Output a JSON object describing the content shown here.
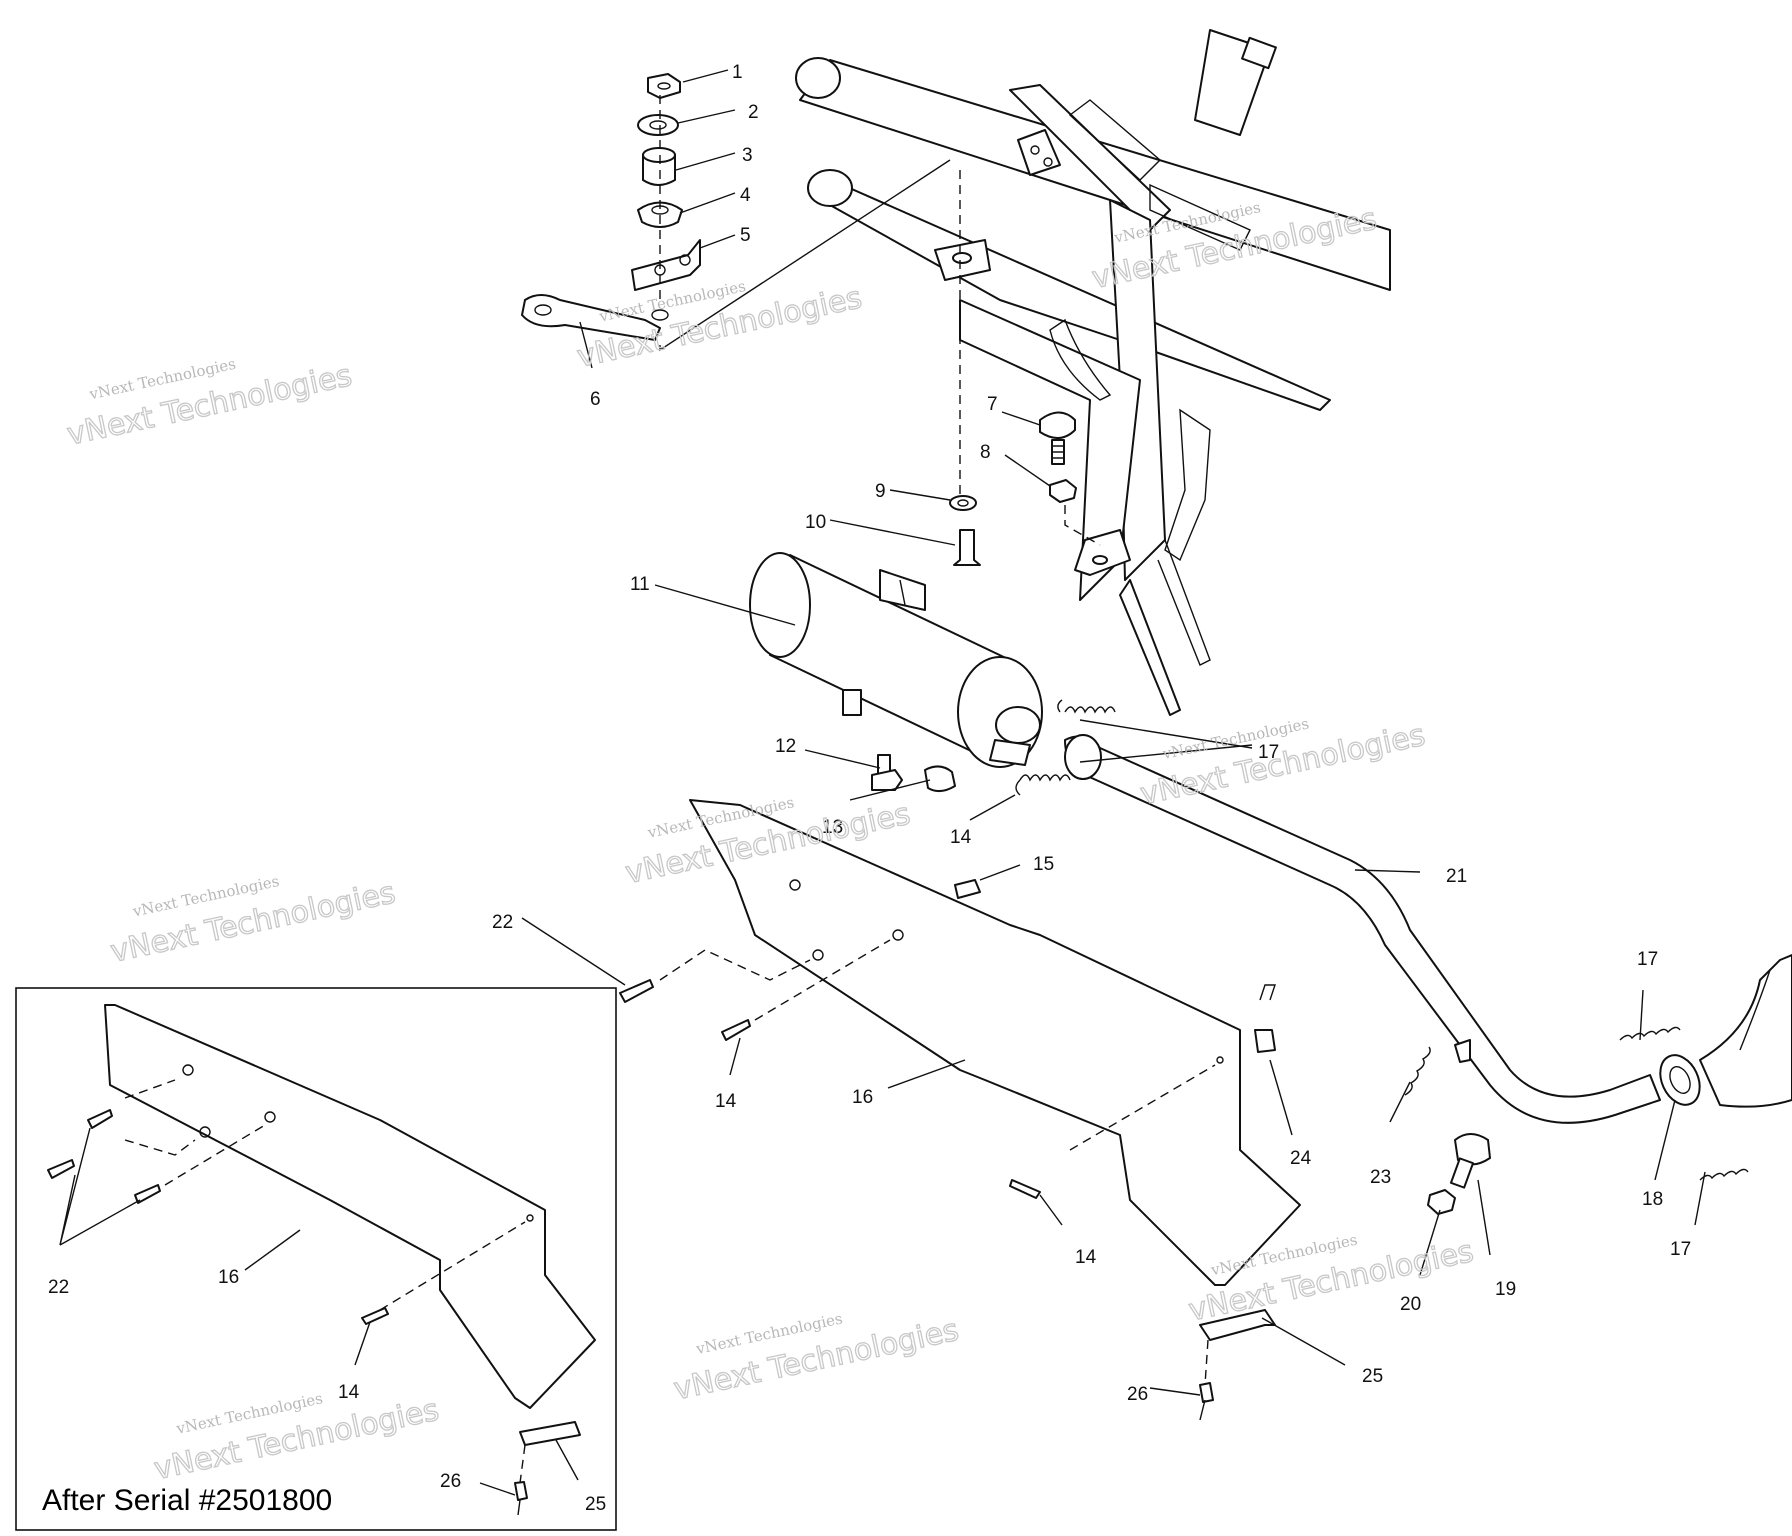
{
  "diagram": {
    "callouts": [
      {
        "id": "c1",
        "text": "1"
      },
      {
        "id": "c2",
        "text": "2"
      },
      {
        "id": "c3",
        "text": "3"
      },
      {
        "id": "c4",
        "text": "4"
      },
      {
        "id": "c5",
        "text": "5"
      },
      {
        "id": "c6",
        "text": "6"
      },
      {
        "id": "c7",
        "text": "7"
      },
      {
        "id": "c8",
        "text": "8"
      },
      {
        "id": "c9",
        "text": "9"
      },
      {
        "id": "c10",
        "text": "10"
      },
      {
        "id": "c11",
        "text": "11"
      },
      {
        "id": "c12",
        "text": "12"
      },
      {
        "id": "c13",
        "text": "13"
      },
      {
        "id": "c14a",
        "text": "14"
      },
      {
        "id": "c15",
        "text": "15"
      },
      {
        "id": "c17a",
        "text": "17"
      },
      {
        "id": "c21",
        "text": "21"
      },
      {
        "id": "c22a",
        "text": "22"
      },
      {
        "id": "c14b",
        "text": "14"
      },
      {
        "id": "c16a",
        "text": "16"
      },
      {
        "id": "c24",
        "text": "24"
      },
      {
        "id": "c14c",
        "text": "14"
      },
      {
        "id": "c17b",
        "text": "17"
      },
      {
        "id": "c23",
        "text": "23"
      },
      {
        "id": "c18",
        "text": "18"
      },
      {
        "id": "c17c",
        "text": "17"
      },
      {
        "id": "c19",
        "text": "19"
      },
      {
        "id": "c20",
        "text": "20"
      },
      {
        "id": "c25a",
        "text": "25"
      },
      {
        "id": "c26a",
        "text": "26"
      },
      {
        "id": "c22b",
        "text": "22"
      },
      {
        "id": "c16b",
        "text": "16"
      },
      {
        "id": "c14d",
        "text": "14"
      },
      {
        "id": "c26b",
        "text": "26"
      },
      {
        "id": "c25b",
        "text": "25"
      }
    ],
    "inset_caption": "After Serial #2501800",
    "watermark": {
      "line1": "vNext Technologies",
      "line2": "vNext Technologies"
    }
  }
}
